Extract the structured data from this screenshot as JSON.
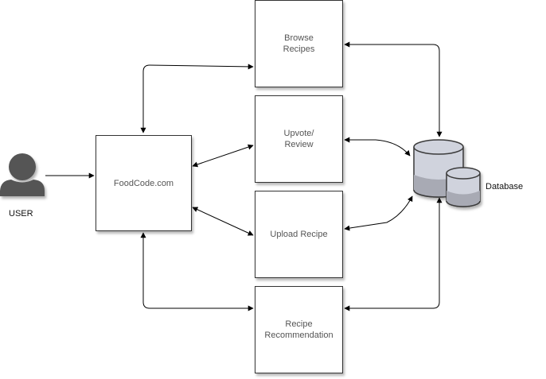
{
  "diagram": {
    "nodes": {
      "user": {
        "label": "USER",
        "icon": "user-icon"
      },
      "foodcode": {
        "label": "FoodCode.com"
      },
      "browse": {
        "label": "Browse\nRecipes"
      },
      "upvote": {
        "label": "Upvote/\nReview"
      },
      "upload": {
        "label": "Upload Recipe"
      },
      "recommend": {
        "label": "Recipe\nRecommendation"
      },
      "database": {
        "label": "Database",
        "icon": "database-icon"
      }
    },
    "edges": [
      {
        "from": "user",
        "to": "foodcode",
        "direction": "forward"
      },
      {
        "from": "foodcode",
        "to": "browse",
        "direction": "both"
      },
      {
        "from": "foodcode",
        "to": "upvote",
        "direction": "both"
      },
      {
        "from": "foodcode",
        "to": "upload",
        "direction": "both"
      },
      {
        "from": "foodcode",
        "to": "recommend",
        "direction": "both"
      },
      {
        "from": "browse",
        "to": "database",
        "direction": "both"
      },
      {
        "from": "upvote",
        "to": "database",
        "direction": "both"
      },
      {
        "from": "upload",
        "to": "database",
        "direction": "both"
      },
      {
        "from": "recommend",
        "to": "database",
        "direction": "both"
      }
    ],
    "colors": {
      "line": "#000000",
      "box_border": "#333333",
      "box_text": "#555555",
      "user_fill": "#555555",
      "db_fill": "#d0d3dd",
      "db_dark": "#a8aab4",
      "db_stroke": "#3a3a3a"
    }
  }
}
